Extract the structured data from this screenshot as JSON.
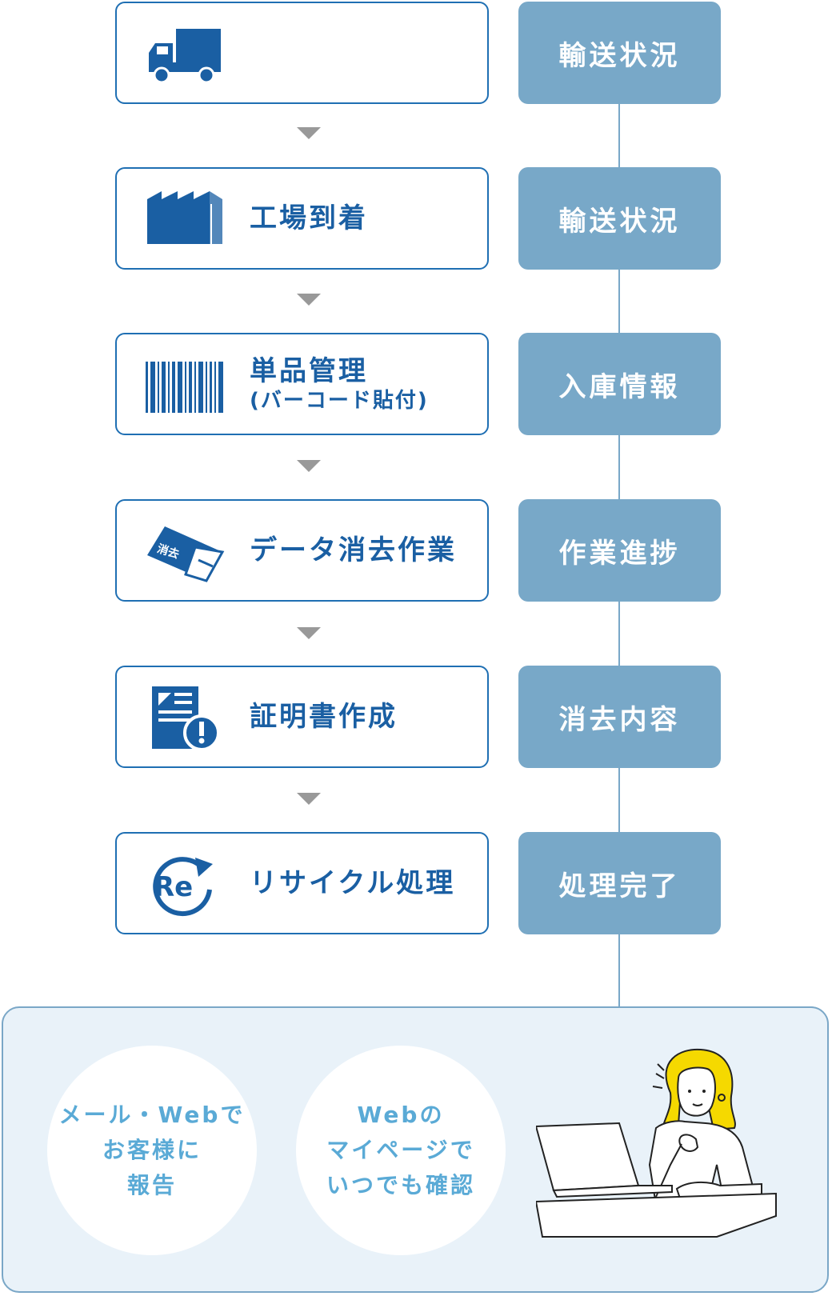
{
  "steps": [
    {
      "label": "",
      "sub": "",
      "status": "輸送状況",
      "icon": "truck-icon"
    },
    {
      "label": "工場到着",
      "sub": "",
      "status": "輸送状況",
      "icon": "factory-icon"
    },
    {
      "label": "単品管理",
      "sub": "(バーコード貼付)",
      "status": "入庫情報",
      "icon": "barcode-icon"
    },
    {
      "label": "データ消去作業",
      "sub": "",
      "status": "作業進捗",
      "icon": "eraser-icon",
      "icon_text": "消去"
    },
    {
      "label": "証明書作成",
      "sub": "",
      "status": "消去内容",
      "icon": "certificate-icon"
    },
    {
      "label": "リサイクル処理",
      "sub": "",
      "status": "処理完了",
      "icon": "recycle-icon",
      "icon_text": "Re"
    }
  ],
  "report": {
    "bubble1": [
      "メール・Webで",
      "お客様に",
      "報告"
    ],
    "bubble2": [
      "Webの",
      "マイページで",
      "いつでも確認"
    ]
  },
  "colors": {
    "primary": "#1a5fa3",
    "status_bg": "#78a8c8",
    "panel_bg": "#e9f2f9",
    "bubble_text": "#5aaad6"
  }
}
